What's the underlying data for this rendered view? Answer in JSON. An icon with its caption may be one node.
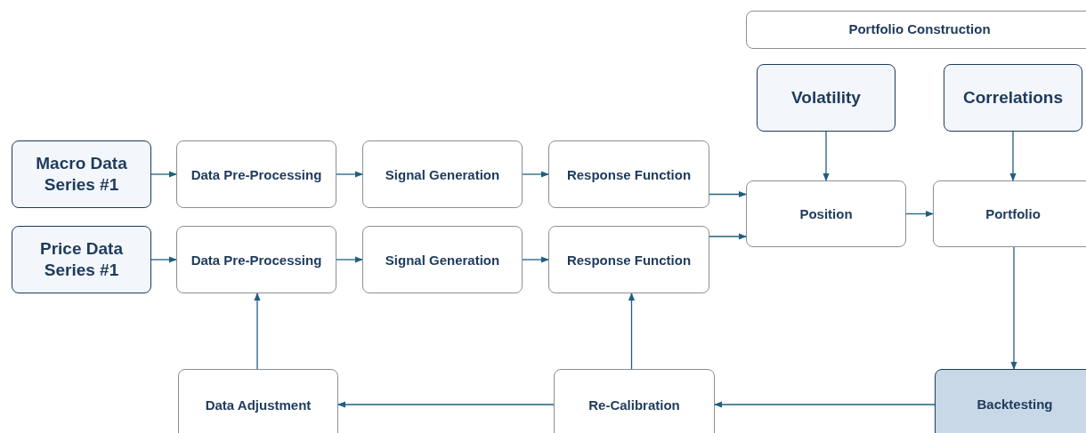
{
  "diagram": {
    "nodes": [
      {
        "text": [
          "Portfolio Construction"
        ]
      },
      {
        "text": [
          "Volatility"
        ]
      },
      {
        "text": [
          "Correlations"
        ]
      },
      {
        "text": [
          "Macro Data Series #1"
        ]
      },
      {
        "text": [
          "Data Pre-Processing"
        ]
      },
      {
        "text": [
          "Signal Generation"
        ]
      },
      {
        "text": [
          "Response Function"
        ]
      },
      {
        "text": [
          "Position"
        ]
      },
      {
        "text": [
          "Portfolio"
        ]
      },
      {
        "text": [
          "Price Data Series #1"
        ]
      },
      {
        "text": [
          "Data Pre-Processing"
        ]
      },
      {
        "text": [
          "Signal Generation"
        ]
      },
      {
        "text": [
          "Response Function"
        ]
      },
      {
        "text": [
          "Data Adjustment"
        ]
      },
      {
        "text": [
          "Re-Calibration"
        ]
      },
      {
        "text": [
          "Backtesting"
        ]
      }
    ],
    "edges": [
      {
        "from": 3,
        "to": 4,
        "arrow": "to"
      },
      {
        "from": 4,
        "to": 5,
        "arrow": "to"
      },
      {
        "from": 5,
        "to": 6,
        "arrow": "to"
      },
      {
        "from": 9,
        "to": 10,
        "arrow": "to"
      },
      {
        "from": 10,
        "to": 11,
        "arrow": "to"
      },
      {
        "from": 11,
        "to": 12,
        "arrow": "to"
      },
      {
        "from": 6,
        "to": 7,
        "arrow": "to"
      },
      {
        "from": 12,
        "to": 7,
        "arrow": "to"
      },
      {
        "from": 1,
        "to": 7,
        "arrow": "to"
      },
      {
        "from": 2,
        "to": 8,
        "arrow": "to"
      },
      {
        "from": 7,
        "to": 8,
        "arrow": "to"
      },
      {
        "from": 8,
        "to": 15,
        "arrow": "to"
      },
      {
        "from": 15,
        "to": 14,
        "arrow": "to"
      },
      {
        "from": 14,
        "to": 12,
        "arrow": "to"
      },
      {
        "from": 14,
        "to": 13,
        "arrow": "to"
      },
      {
        "from": 13,
        "to": 10,
        "arrow": "to"
      }
    ]
  }
}
